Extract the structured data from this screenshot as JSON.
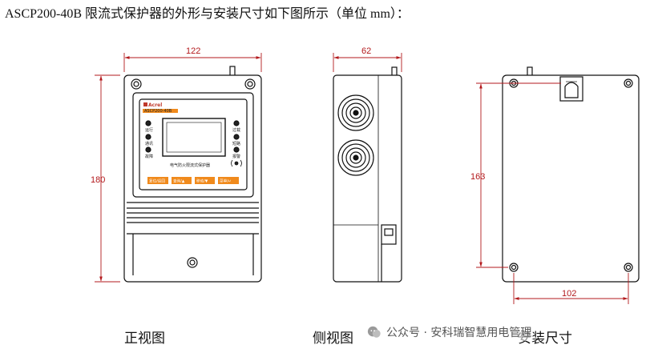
{
  "heading": "ASCP200-40B 限流式保护器的外形与安装尺寸如下图所示（单位 mm）：",
  "dimensions": {
    "front_width": "122",
    "front_height": "180",
    "side_depth": "62",
    "mount_height": "163",
    "mount_width": "102"
  },
  "views": {
    "front": "正视图",
    "side": "侧视图",
    "mount": "安装尺寸"
  },
  "panel": {
    "brand": "Acrel",
    "model_tag": "ASCP200-40B",
    "product_name": "电气防火限流式保护器",
    "left_indicators": [
      "运行",
      "通讯",
      "故障"
    ],
    "right_indicators": [
      "过载",
      "短路",
      "报警"
    ],
    "keys": [
      "复位/返回",
      "查询/▲",
      "移动/▼",
      "菜单/↵"
    ]
  },
  "watermark": "公众号 · 安科瑞智慧用电管理",
  "colors": {
    "dimension": "#b3191c",
    "key_orange": "#f08a1c",
    "line": "#111111"
  }
}
